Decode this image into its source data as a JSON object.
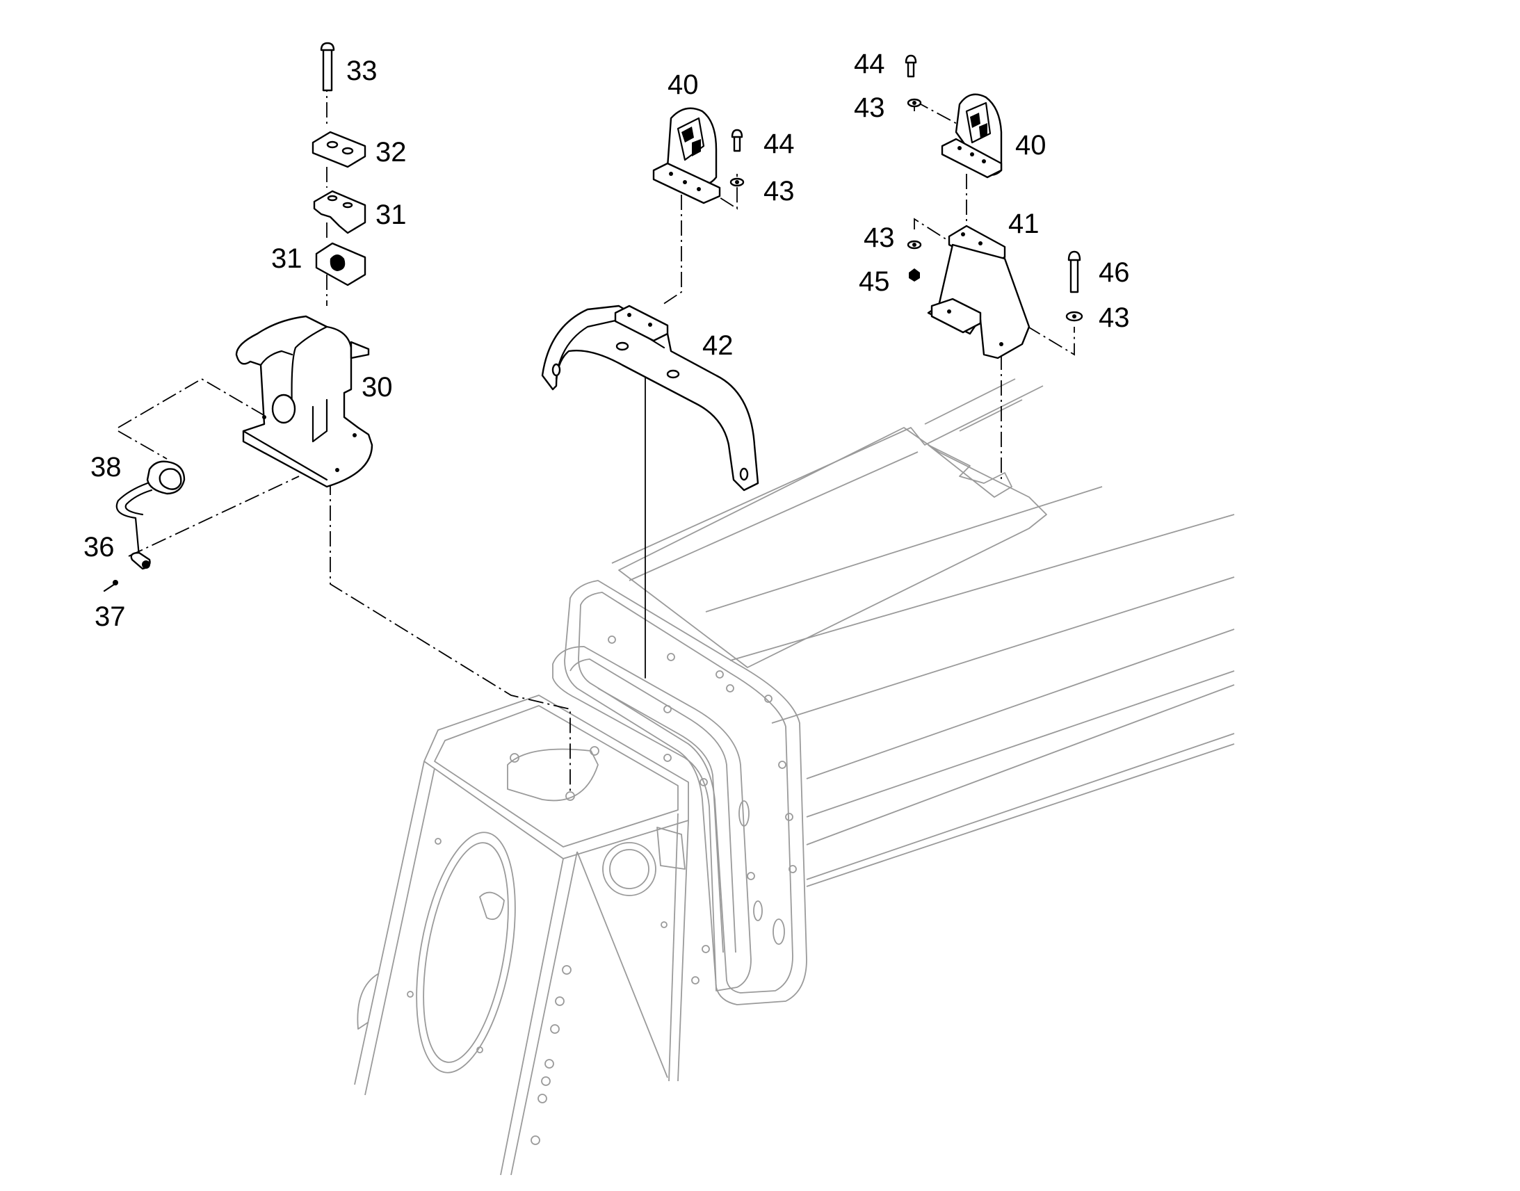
{
  "callouts": {
    "c30": "30",
    "c31a": "31",
    "c31b": "31",
    "c32": "32",
    "c33": "33",
    "c36": "36",
    "c37": "37",
    "c38": "38",
    "c40a": "40",
    "c40b": "40",
    "c41": "41",
    "c42": "42",
    "c43a": "43",
    "c43b": "43",
    "c43c": "43",
    "c43d": "43",
    "c44a": "44",
    "c44b": "44",
    "c45": "45",
    "c46": "46"
  }
}
